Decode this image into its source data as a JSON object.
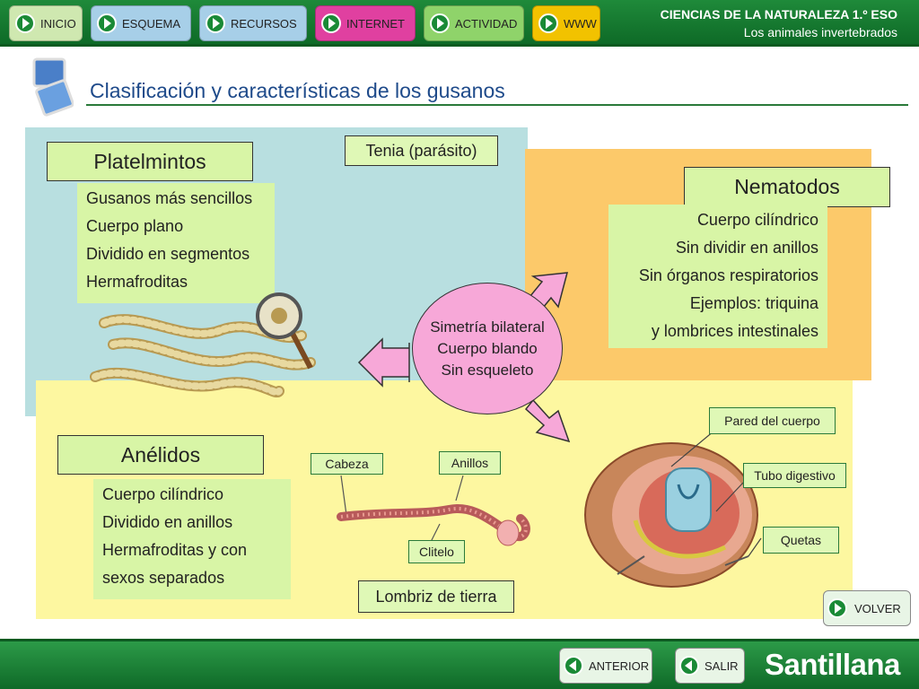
{
  "nav": [
    {
      "label": "INICIO",
      "color": "#cfe8b0"
    },
    {
      "label": "ESQUEMA",
      "color": "#a7cfe8"
    },
    {
      "label": "RECURSOS",
      "color": "#a7cfe8"
    },
    {
      "label": "INTERNET",
      "color": "#e040a0"
    },
    {
      "label": "ACTIVIDAD",
      "color": "#8fd36a"
    },
    {
      "label": "WWW",
      "color": "#f2c200"
    }
  ],
  "header": {
    "subject": "CIENCIAS DE LA NATURALEZA 1.º ESO",
    "topic": "Los animales invertebrados"
  },
  "title": "Clasificación y características de los gusanos",
  "platelmintos": {
    "name": "Platelmintos",
    "items": [
      "Gusanos más sencillos",
      "Cuerpo plano",
      "Dividido en segmentos",
      "Hermafroditas"
    ],
    "example": "Tenia (parásito)"
  },
  "nematodos": {
    "name": "Nematodos",
    "items": [
      "Cuerpo cilíndrico",
      "Sin dividir en anillos",
      "Sin órganos respiratorios",
      "Ejemplos: triquina",
      "y lombrices intestinales"
    ]
  },
  "anelidos": {
    "name": "Anélidos",
    "items": [
      "Cuerpo cilíndrico",
      "Dividido en anillos",
      "Hermafroditas y con",
      "sexos separados"
    ],
    "example": "Lombriz de tierra"
  },
  "center": {
    "lines": [
      "Simetría bilateral",
      "Cuerpo blando",
      "Sin esqueleto"
    ]
  },
  "worm_labels": {
    "head": "Cabeza",
    "rings": "Anillos",
    "clitellum": "Clitelo"
  },
  "section_labels": {
    "wall": "Pared del cuerpo",
    "gut": "Tubo digestivo",
    "setae": "Quetas"
  },
  "back": "VOLVER",
  "footer": {
    "prev": "ANTERIOR",
    "exit": "SALIR",
    "brand": "Santillana"
  }
}
